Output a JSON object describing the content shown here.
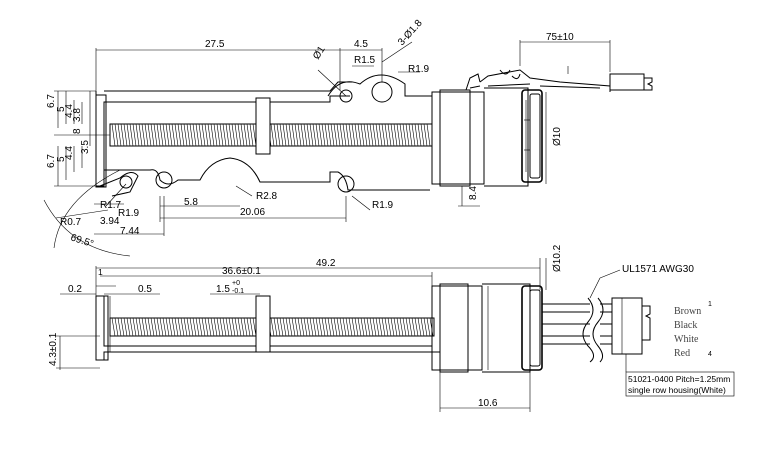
{
  "dimensions": {
    "top_len": "27.5",
    "top_gap": "4.5",
    "holes": "3-Ø1.8",
    "dia1": "Ø1",
    "r15": "R1.5",
    "r19_top": "R1.9",
    "lead": "75±10",
    "d10": "Ø10",
    "v67a": "6.7",
    "v5a": "5",
    "v44a": "4.4",
    "v38": "3.8",
    "v8": "8",
    "v35": "3.5",
    "v44b": "4.4",
    "v5b": "5",
    "v67b": "6.7",
    "r28": "R2.8",
    "v84": "8.4",
    "r07": "R0.7",
    "r17": "R1.7",
    "r19_mid": "R1.9",
    "h394": "3.94",
    "h58": "5.8",
    "h2006": "20.06",
    "r19_bot": "R1.9",
    "angle": "69.5°",
    "h744": "7.44",
    "total": "49.2",
    "d102": "Ø10.2",
    "one": "1",
    "stroke": "36.6±0.1",
    "v02": "0.2",
    "v05": "0.5",
    "tol_base": "1.5",
    "tol_up": "+0",
    "tol_dn": "-0.1",
    "v43": "4.3±0.1",
    "h106": "10.6"
  },
  "cable": {
    "type": "UL1571 AWG30",
    "wires": [
      "Brown",
      "Black",
      "White",
      "Red"
    ],
    "pin_first": "1",
    "pin_last": "4",
    "connector_line1": "51021-0400 Pitch=1.25mm",
    "connector_line2": "single row housing(White)"
  }
}
